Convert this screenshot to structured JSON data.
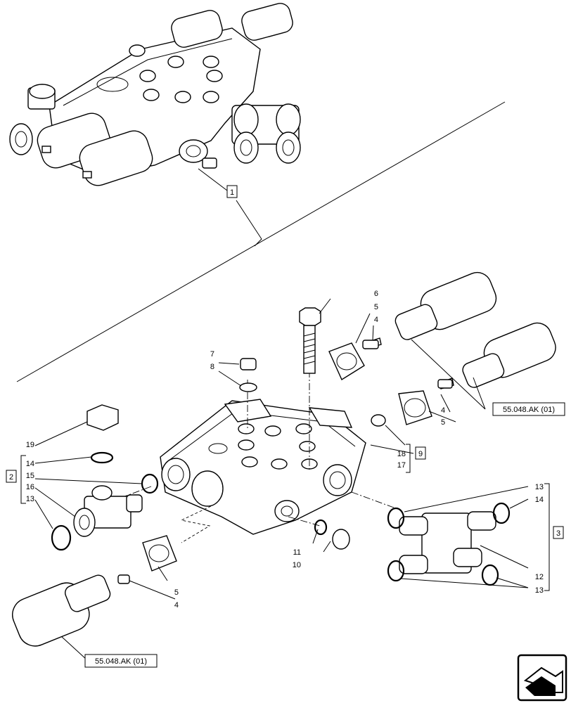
{
  "callouts": {
    "c1": "1",
    "c2": "2",
    "c3": "3",
    "c4a": "4",
    "c4b": "4",
    "c4c": "4",
    "c5a": "5",
    "c5b": "5",
    "c5c": "5",
    "c6": "6",
    "c7": "7",
    "c8": "8",
    "c9": "9",
    "c10": "10",
    "c11": "11",
    "c12": "12",
    "c13a": "13",
    "c13b": "13",
    "c13c": "13",
    "c14a": "14",
    "c14b": "14",
    "c15": "15",
    "c16": "16",
    "c17": "17",
    "c18": "18",
    "c19": "19"
  },
  "references": {
    "ref_right": "55.048.AK (01)",
    "ref_left": "55.048.AK (01)"
  },
  "icons": {
    "corner": "next-page-arrow-icon"
  }
}
